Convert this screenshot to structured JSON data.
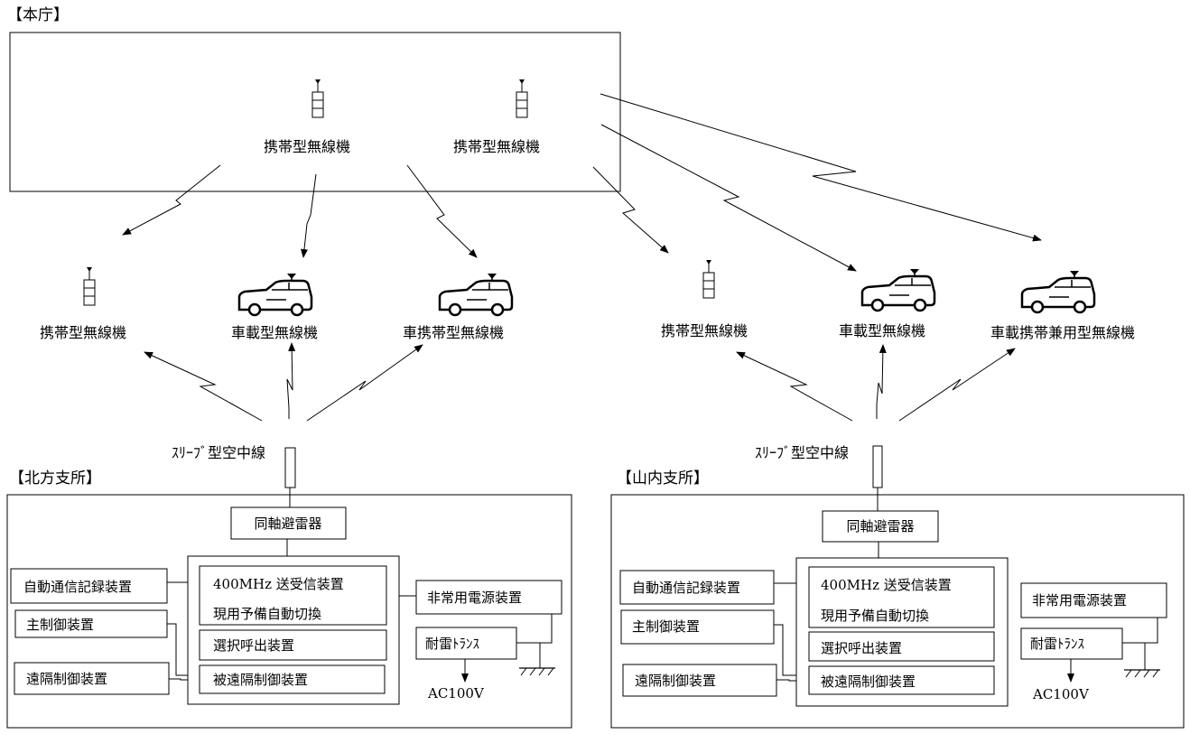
{
  "sections": {
    "honcho": "【本庁】",
    "kitakata": "【北方支所】",
    "yamauchi": "【山内支所】"
  },
  "honcho_devices": {
    "portable_left": "携帯型無線機",
    "portable_right": "携帯型無線機"
  },
  "kitakata_mobiles": {
    "portable": "携帯型無線機",
    "vehicle": "車載型無線機",
    "vehicle_portable": "車携帯型無線機"
  },
  "yamauchi_mobiles": {
    "portable": "携帯型無線機",
    "vehicle": "車載型無線機",
    "vehicle_portable_dual": "車載携帯兼用型無線機"
  },
  "antenna_label": "ｽﾘｰﾌﾞ型空中線",
  "equipment": {
    "arrester": "同軸避雷器",
    "transceiver": "400MHz 送受信装置",
    "auto_switch": "現用予備自動切換",
    "selective_call": "選択呼出装置",
    "remote_controlled": "被遠隔制御装置",
    "auto_recorder": "自動通信記録装置",
    "main_control": "主制御装置",
    "remote_control": "遠隔制御装置",
    "emergency_power": "非常用電源装置",
    "lightning_transformer": "耐雷ﾄﾗﾝｽ",
    "ac_supply": "AC100V"
  }
}
